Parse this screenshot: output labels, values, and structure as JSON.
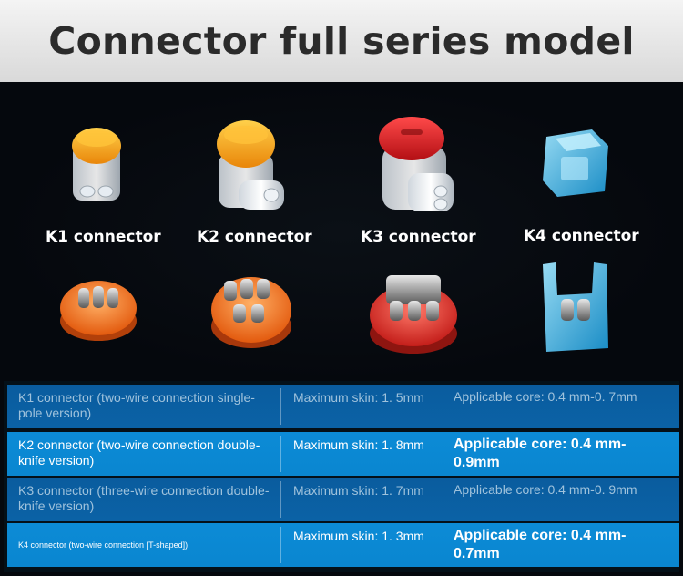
{
  "title": "Connector full series model",
  "products": [
    {
      "label": "K1 connector",
      "color": "#f29a12"
    },
    {
      "label": "K2 connector",
      "color": "#f5a216"
    },
    {
      "label": "K3 connector",
      "color": "#d81e1e"
    },
    {
      "label": "K4 connector",
      "color": "#35b8e6"
    }
  ],
  "table": {
    "rows": [
      {
        "name": "K1 connector (two-wire connection single-pole version)",
        "skin": "Maximum skin: 1. 5mm",
        "core": "Applicable core: 0.4 mm-0. 7mm"
      },
      {
        "name": "K2 connector (two-wire connection double-knife version)",
        "skin": "Maximum skin: 1. 8mm",
        "core": "Applicable core: 0.4 mm-0.9mm"
      },
      {
        "name": "K3 connector (three-wire connection double-knife version)",
        "skin": "Maximum skin: 1. 7mm",
        "core": "Applicable core: 0.4 mm-0. 9mm"
      },
      {
        "name": "K4 connector (two-wire connection [T-shaped])",
        "skin": "Maximum skin: 1. 3mm",
        "core": "Applicable core: 0.4 mm-0.7mm"
      }
    ]
  }
}
